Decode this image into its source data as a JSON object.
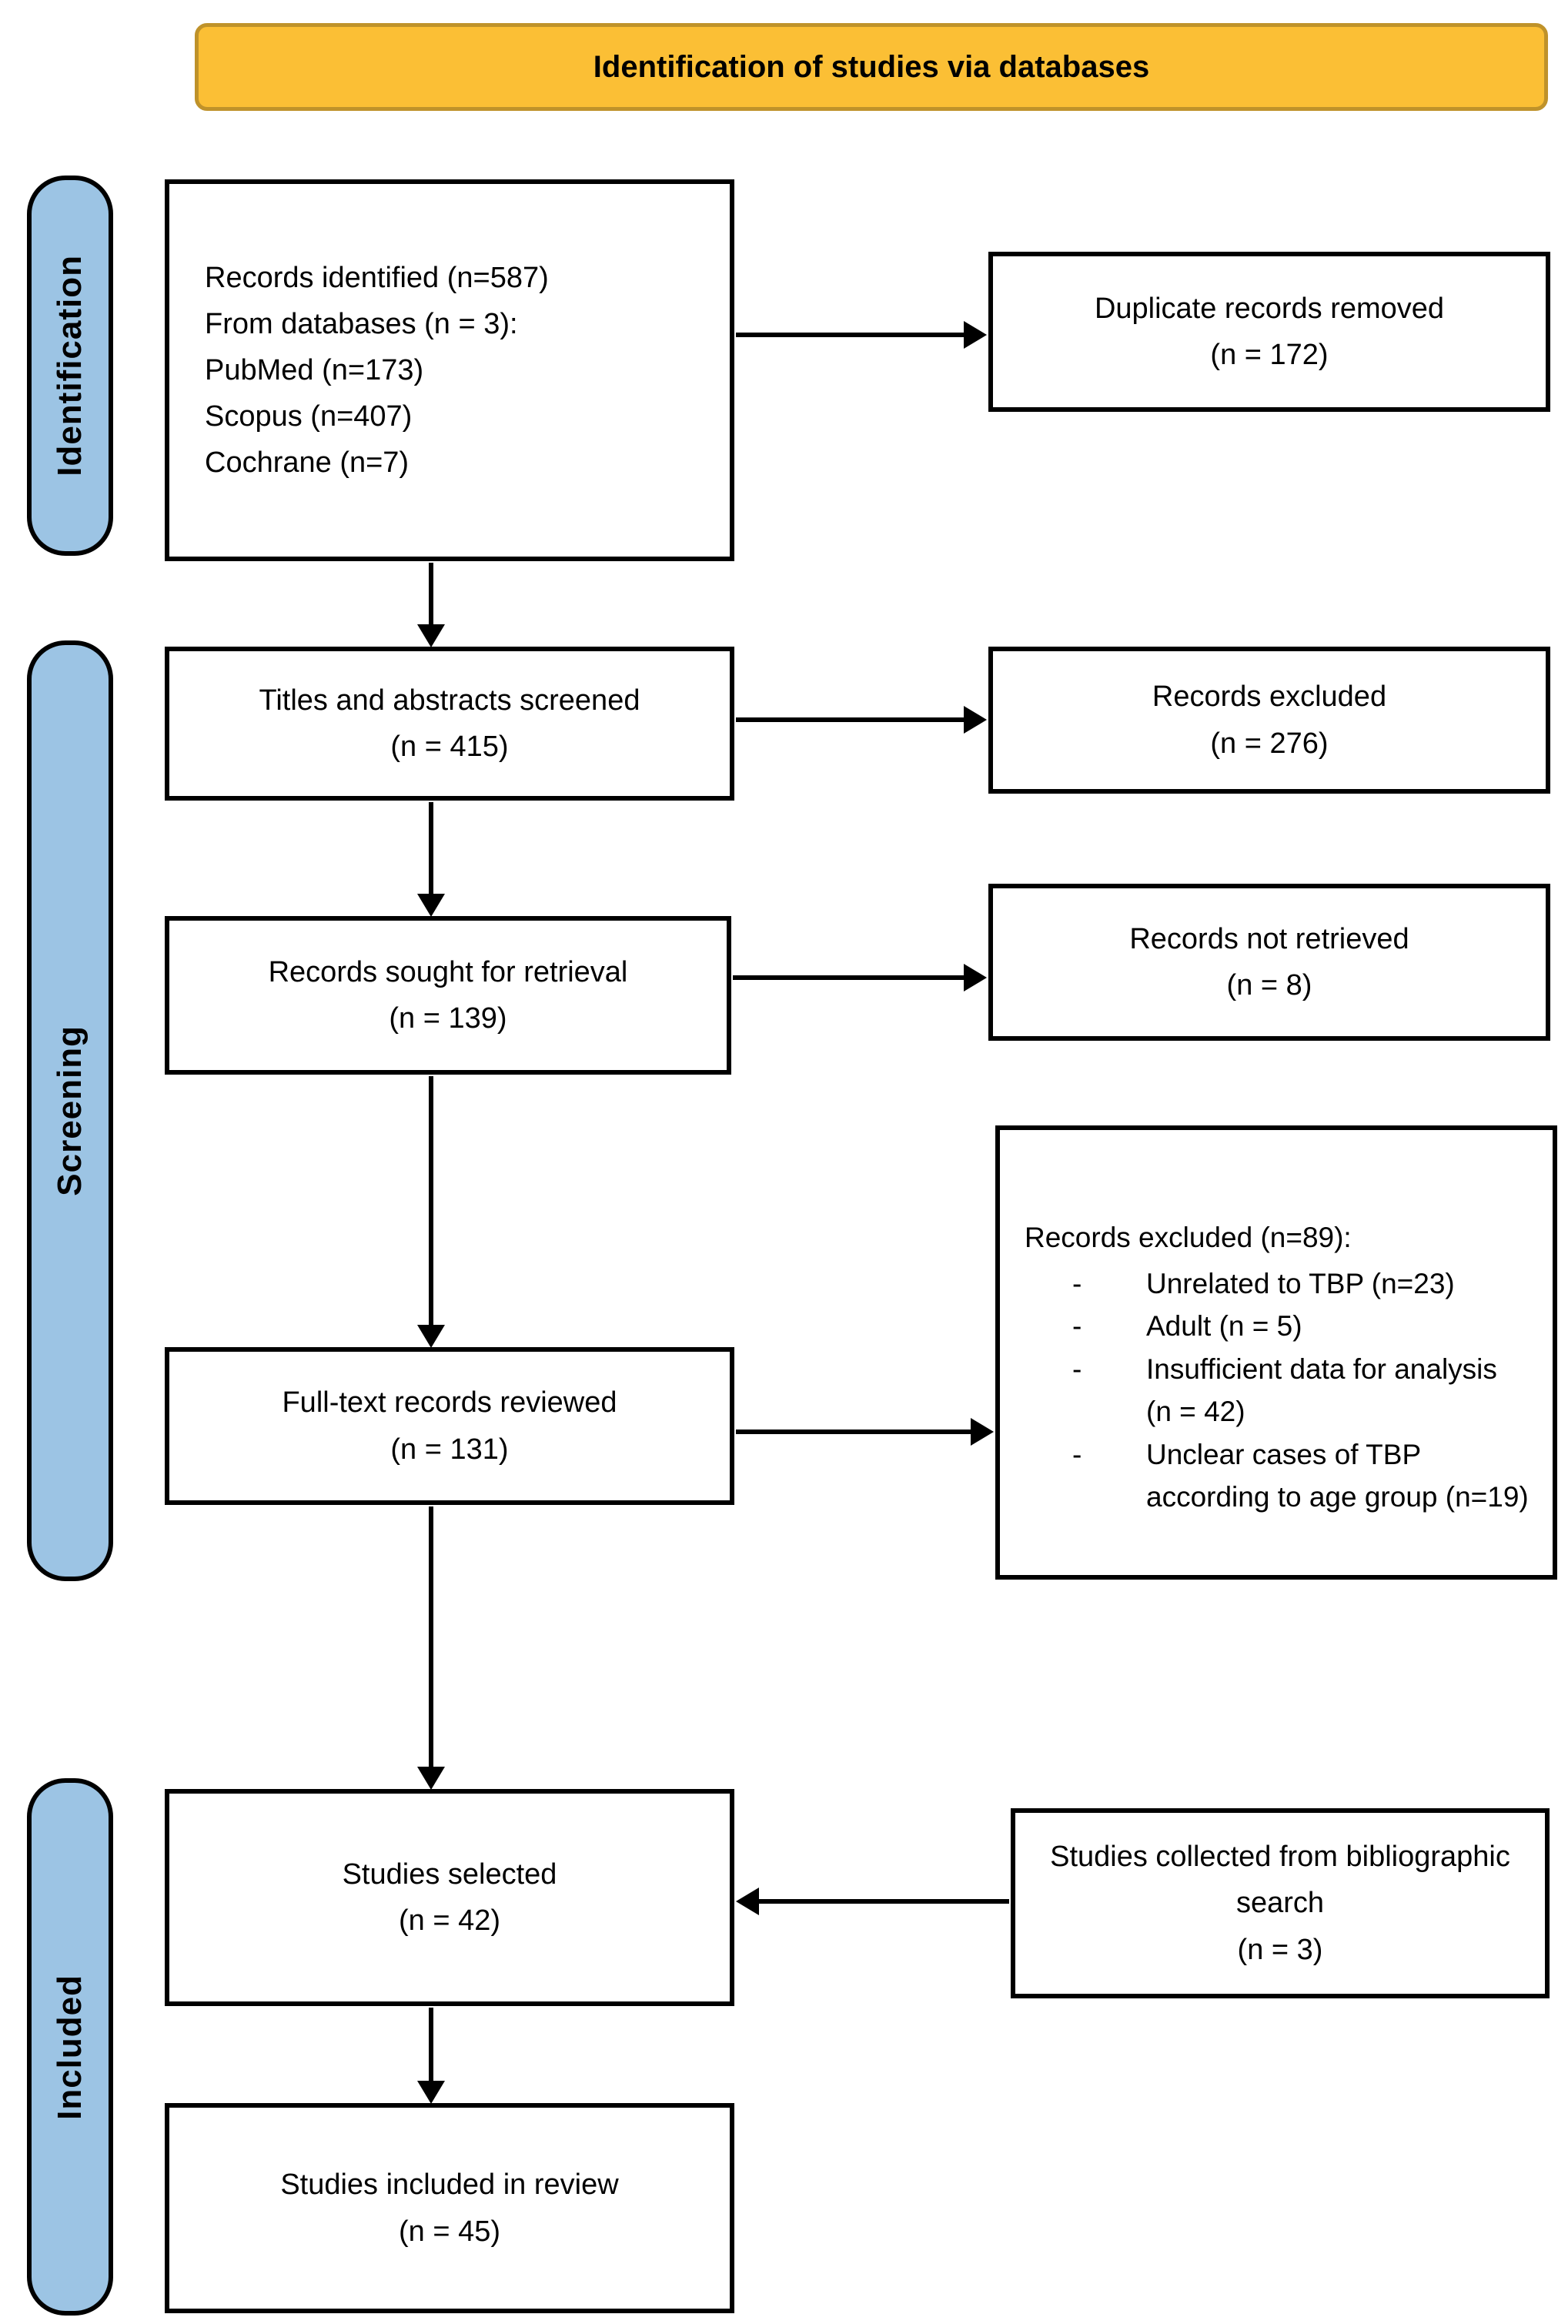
{
  "banner": {
    "label": "Identification of studies via databases"
  },
  "stages": {
    "identification": "Identification",
    "screening": "Screening",
    "included": "Included"
  },
  "boxes": {
    "records_identified": {
      "text": "Records identified (n=587)\nFrom databases (n = 3):\nPubMed (n=173)\nScopus (n=407)\nCochrane (n=7)"
    },
    "duplicates_removed": {
      "text": "Duplicate records removed\n(n = 172)"
    },
    "titles_screened": {
      "text": "Titles and abstracts screened\n(n = 415)"
    },
    "records_excluded": {
      "text": "Records excluded\n(n = 276)"
    },
    "records_sought": {
      "text": "Records sought for retrieval\n(n = 139)"
    },
    "records_not_retrieved": {
      "text": "Records not retrieved\n(n = 8)"
    },
    "fulltext_reviewed": {
      "text": "Full-text records reviewed\n(n = 131)"
    },
    "fulltext_excluded": {
      "heading": "Records excluded (n=89):",
      "reasons": [
        "Unrelated to TBP (n=23)",
        "Adult (n = 5)",
        "Insufficient data for analysis (n = 42)",
        "Unclear cases of TBP according to age group (n=19)"
      ]
    },
    "studies_selected": {
      "text": "Studies selected\n(n = 42)"
    },
    "bibliographic": {
      "text": "Studies collected from bibliographic search\n(n = 3)"
    },
    "studies_included": {
      "text": "Studies included in review\n(n = 45)"
    }
  },
  "colors": {
    "banner_fill": "#FBBF35",
    "banner_border": "#BF922A",
    "stage_fill": "#9CC4E4",
    "box_border": "#000000",
    "arrow": "#000000"
  }
}
